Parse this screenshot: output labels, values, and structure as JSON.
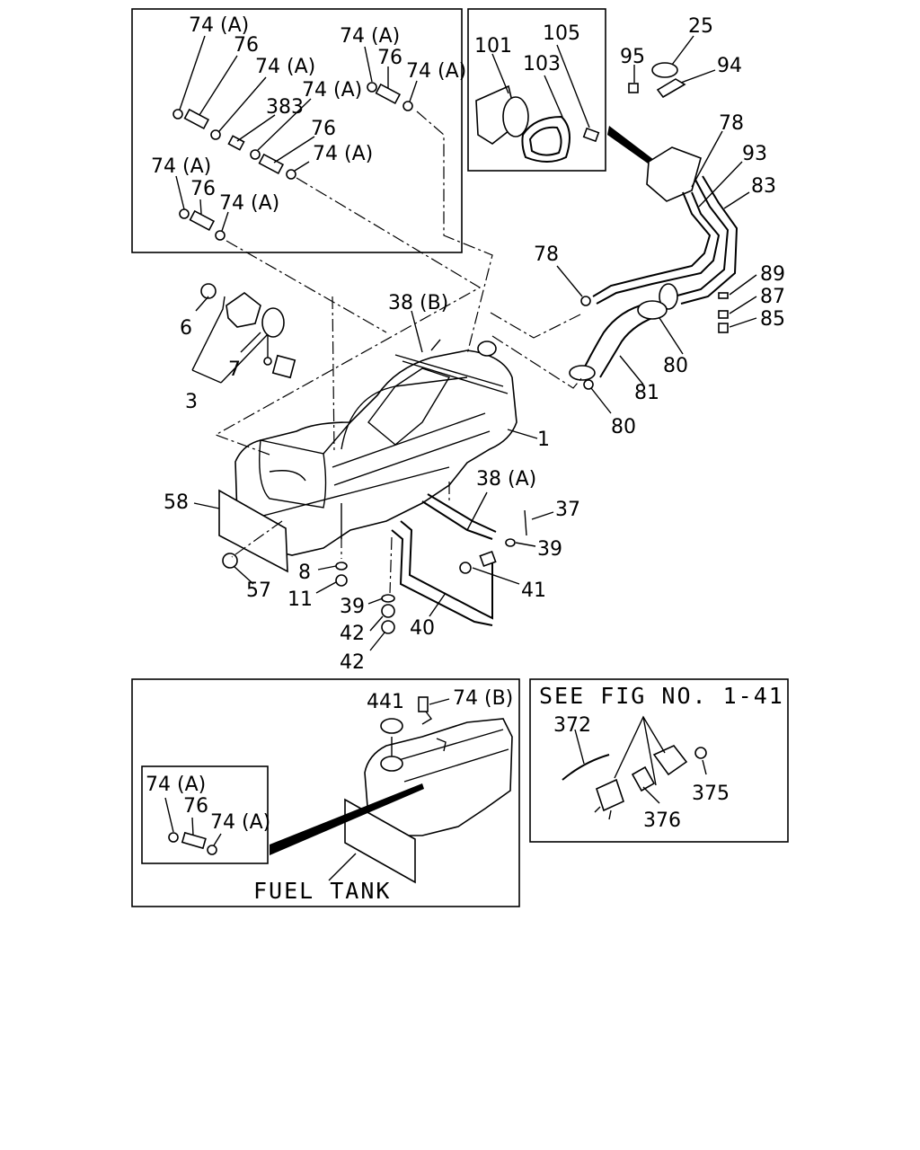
{
  "labels": {
    "p74a_1": "74 (A)",
    "p76_1": "76",
    "p74a_2": "74 (A)",
    "p74a_3": "74 (A)",
    "p383": "383",
    "p76_2": "76",
    "p74a_4": "74 (A)",
    "p74a_5": "74 (A)",
    "p76_3": "76",
    "p74a_6": "74 (A)",
    "p74a_7": "74 (A)",
    "p76_4": "76",
    "p74a_8": "74 (A)",
    "p101": "101",
    "p105": "105",
    "p103": "103",
    "p25": "25",
    "p95": "95",
    "p94": "94",
    "p78_1": "78",
    "p93": "93",
    "p83": "83",
    "p78_2": "78",
    "p89": "89",
    "p87": "87",
    "p85": "85",
    "p38b": "38 (B)",
    "p80_1": "80",
    "p81": "81",
    "p80_2": "80",
    "p6": "6",
    "p7": "7",
    "p3": "3",
    "p1": "1",
    "p58": "58",
    "p38a": "38 (A)",
    "p37": "37",
    "p39_1": "39",
    "p41": "41",
    "p8": "8",
    "p57": "57",
    "p11": "11",
    "p39_2": "39",
    "p42_1": "42",
    "p40": "40",
    "p42_2": "42",
    "p441": "441",
    "p74b": "74 (B)",
    "p74a_9": "74 (A)",
    "p76_5": "76",
    "p74a_10": "74 (A)",
    "p372": "372",
    "p375": "375",
    "p376": "376"
  },
  "see_fig": "SEE FIG NO. 1-41",
  "caption": "FUEL TANK"
}
